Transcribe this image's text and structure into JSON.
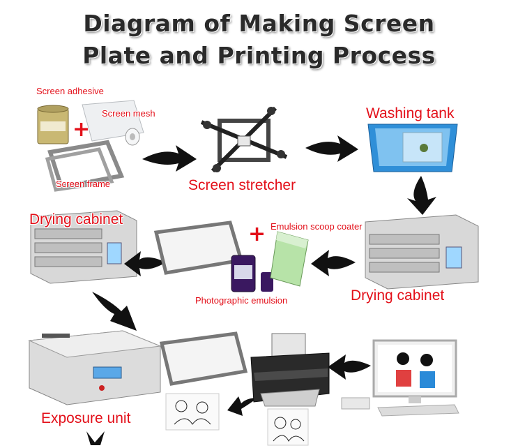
{
  "title": {
    "line1": "Diagram of Making Screen",
    "line2": "Plate and Printing Process"
  },
  "labels": {
    "screen_adhesive": "Screen adhesive",
    "screen_mesh": "Screen mesh",
    "screen_frame": "Screen frame",
    "screen_stretcher": "Screen stretcher",
    "washing_tank": "Washing tank",
    "drying_cabinet_top": "Drying cabinet",
    "emulsion_scoop_coater": "Emulsion scoop coater",
    "photographic_emulsion": "Photographic emulsion",
    "drying_cabinet_right": "Drying cabinet",
    "exposure_unit": "Exposure unit"
  },
  "plus_symbol": "+",
  "colors": {
    "label_red": "#e3101a",
    "title_dark": "#2a2a2a",
    "arrow_black": "#111111",
    "tank_blue": "#2f8fd8",
    "cabinet_grey": "#c9c9c9"
  }
}
